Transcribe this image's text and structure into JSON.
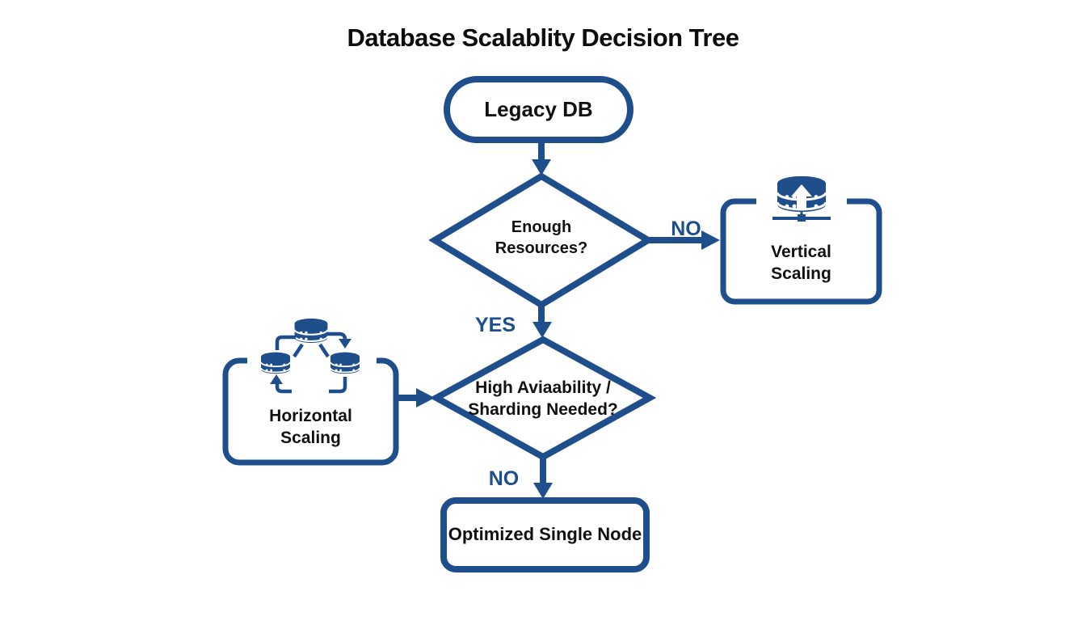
{
  "title": "Database Scalablity Decision Tree",
  "colors": {
    "accent": "#1F4E8C",
    "text": "#111111",
    "background": "#FFFFFF"
  },
  "nodes": {
    "legacy_db": {
      "label": "Legacy DB",
      "shape": "terminator"
    },
    "enough_resources": {
      "label": "Enough Resources?",
      "shape": "decision"
    },
    "vertical_scaling": {
      "label": "Vertical Scaling",
      "shape": "process",
      "icon": "database-scale-up-icon"
    },
    "high_availability": {
      "label": "High Aviaability / Sharding Needed?",
      "shape": "decision"
    },
    "horizontal_scaling": {
      "label": "Horizontal Scaling",
      "shape": "process",
      "icon": "database-cluster-icon"
    },
    "optimized_single_node": {
      "label": "Optimized Single Node",
      "shape": "process"
    }
  },
  "edge_labels": {
    "enough_resources_no": "NO",
    "enough_resources_yes": "YES",
    "high_availability_no": "NO"
  }
}
